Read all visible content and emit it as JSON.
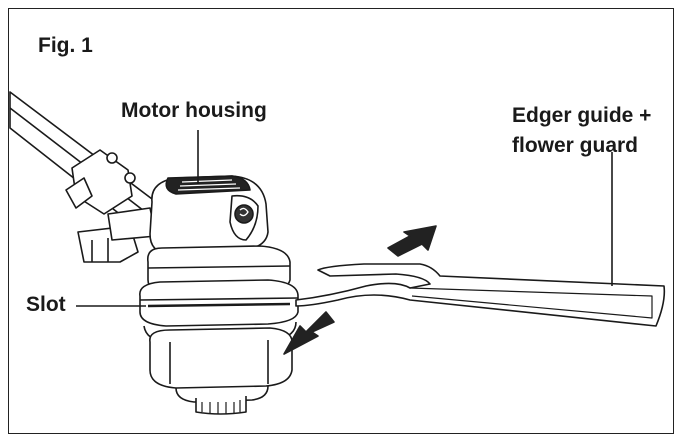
{
  "figure": {
    "title": "Fig. 1",
    "labels": {
      "motor_housing": "Motor housing",
      "slot": "Slot",
      "edger_guide_line1": "Edger guide +",
      "edger_guide_line2": "flower guard"
    }
  },
  "colors": {
    "stroke": "#1a1a1a",
    "fill_light": "#ffffff",
    "fill_shade": "#d9d9d9",
    "fill_dark": "#222222"
  }
}
